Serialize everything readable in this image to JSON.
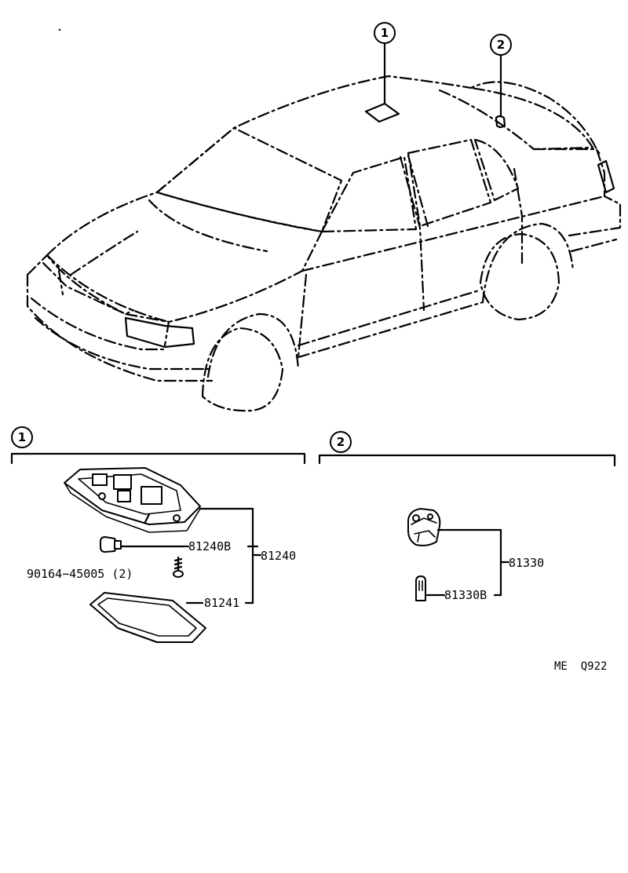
{
  "callouts": {
    "ref1": "1",
    "ref2": "2"
  },
  "section1": {
    "number": "1",
    "parts": {
      "bulb_code": "81240B",
      "lamp_assy_code": "81240",
      "screw_code": "90164−45005 (2)",
      "lens_code": "81241"
    }
  },
  "section2": {
    "number": "2",
    "parts": {
      "socket_assy_code": "81330",
      "bulb_code": "81330B"
    }
  },
  "diagram_code": "ME  Q922"
}
